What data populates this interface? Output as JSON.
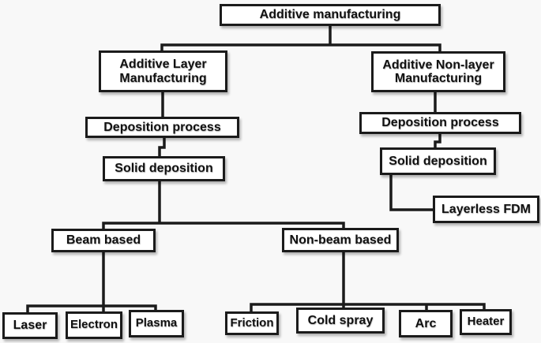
{
  "diagram": {
    "colors": {
      "line": "#1b1b1b",
      "box_border": "#1b1b1b",
      "box_fill": "#ffffff",
      "background": "#f8f8f8",
      "text": "#111111"
    },
    "nodes": {
      "root": {
        "label": "Additive manufacturing"
      },
      "alm": {
        "label": "Additive Layer Manufacturing"
      },
      "anm": {
        "label": "Additive Non-layer Manufacturing"
      },
      "deposition_left": {
        "label": "Deposition process"
      },
      "solid_left": {
        "label": "Solid deposition"
      },
      "deposition_right": {
        "label": "Deposition process"
      },
      "solid_right": {
        "label": "Solid deposition"
      },
      "layerless_fdm": {
        "label": "Layerless FDM"
      },
      "beam": {
        "label": "Beam based"
      },
      "nonbeam": {
        "label": "Non-beam based"
      },
      "laser": {
        "label": "Laser"
      },
      "electron": {
        "label": "Electron"
      },
      "plasma": {
        "label": "Plasma"
      },
      "friction": {
        "label": "Friction"
      },
      "cold_spray": {
        "label": "Cold spray"
      },
      "arc": {
        "label": "Arc"
      },
      "heater": {
        "label": "Heater"
      }
    },
    "edges": [
      {
        "from": "root",
        "to": "alm"
      },
      {
        "from": "root",
        "to": "anm"
      },
      {
        "from": "alm",
        "to": "deposition_left"
      },
      {
        "from": "deposition_left",
        "to": "solid_left"
      },
      {
        "from": "solid_left",
        "to": "beam"
      },
      {
        "from": "solid_left",
        "to": "nonbeam"
      },
      {
        "from": "beam",
        "to": "laser"
      },
      {
        "from": "beam",
        "to": "electron"
      },
      {
        "from": "beam",
        "to": "plasma"
      },
      {
        "from": "nonbeam",
        "to": "friction"
      },
      {
        "from": "nonbeam",
        "to": "cold_spray"
      },
      {
        "from": "nonbeam",
        "to": "arc"
      },
      {
        "from": "nonbeam",
        "to": "heater"
      },
      {
        "from": "anm",
        "to": "deposition_right"
      },
      {
        "from": "deposition_right",
        "to": "solid_right"
      },
      {
        "from": "solid_right",
        "to": "layerless_fdm"
      }
    ]
  }
}
